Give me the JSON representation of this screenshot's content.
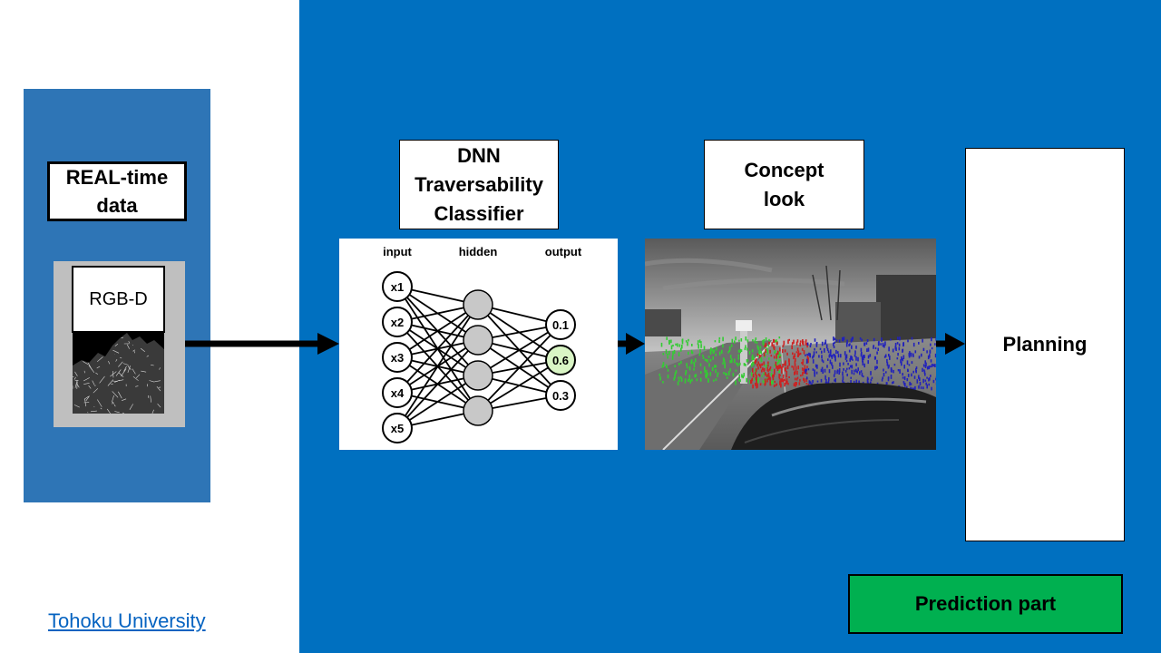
{
  "left_panel": {
    "realtime_label": "REAL-time data",
    "rgbd_label": "RGB-D"
  },
  "dnn_box": {
    "label": "DNN Traversability Classifier"
  },
  "neural_net": {
    "layer_labels": {
      "input": "input",
      "hidden": "hidden",
      "output": "output"
    },
    "inputs": [
      "x1",
      "x2",
      "x3",
      "x4",
      "x5"
    ],
    "hidden_count": 4,
    "outputs": [
      "0.1",
      "0.6",
      "0.3"
    ],
    "highlighted_output": "0.6",
    "highlight_color": "#d9f5c5"
  },
  "concept_box": {
    "label": "Concept look"
  },
  "planning_box": {
    "label": "Planning"
  },
  "prediction_box": {
    "label": "Prediction part"
  },
  "footer": {
    "link_text": "Tohoku University"
  },
  "colors": {
    "main_blue": "#0070C0",
    "left_panel_blue": "#2E75B6",
    "prediction_green": "#00B050",
    "traversable_green": "#33cc33",
    "non_traversable_red": "#cc2222",
    "unknown_blue": "#2222bb",
    "link_blue": "#0563C1"
  }
}
